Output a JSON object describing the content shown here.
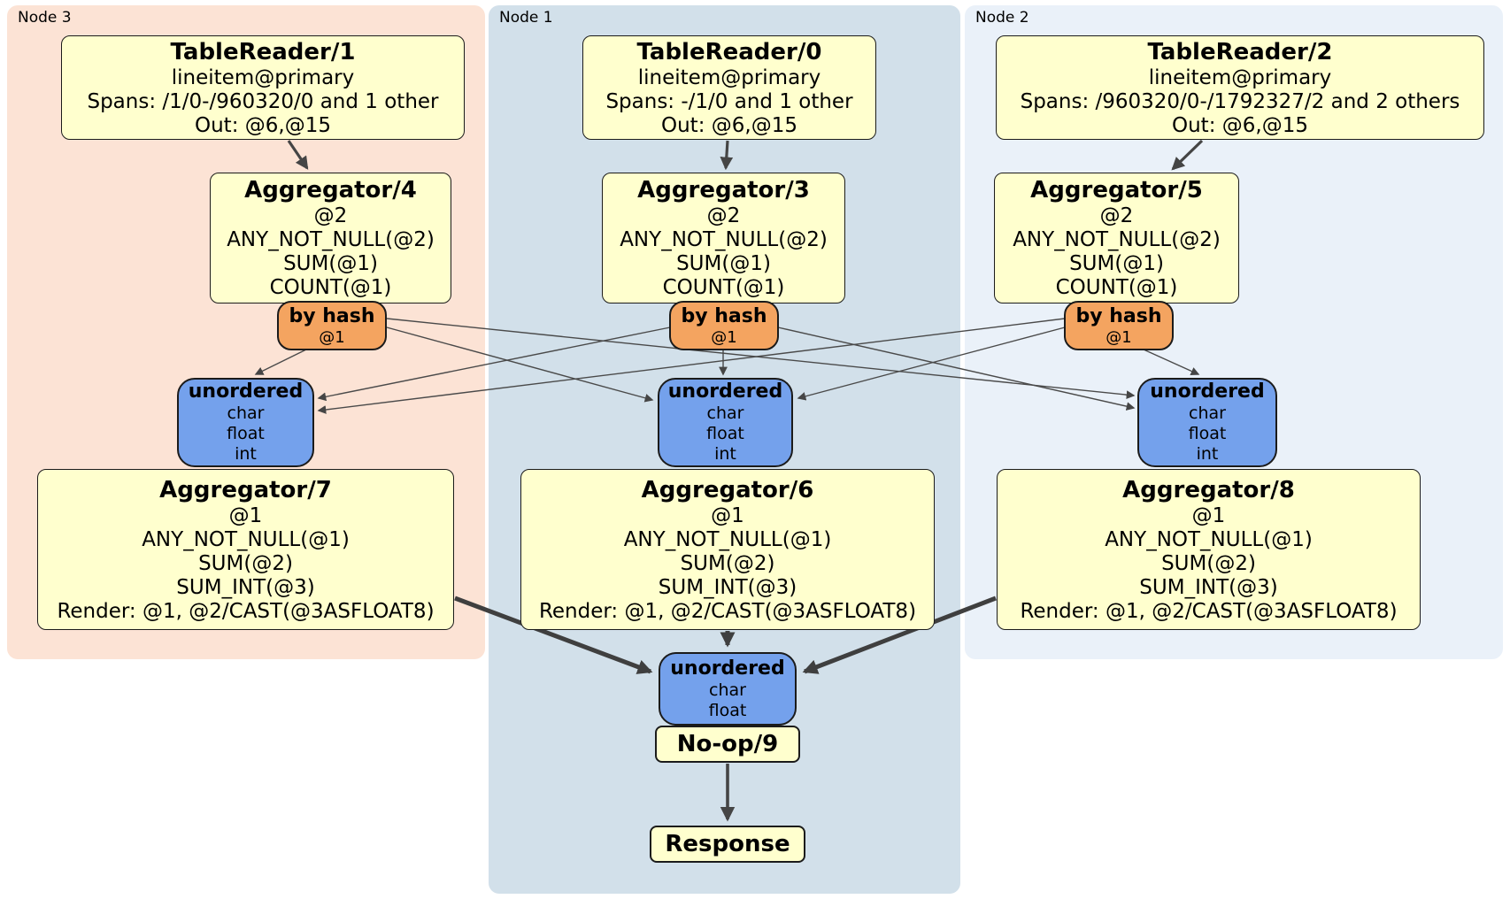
{
  "diagram": {
    "groups": [
      {
        "label": "Node 3"
      },
      {
        "label": "Node 1"
      },
      {
        "label": "Node 2"
      }
    ],
    "processors": {
      "tr1": {
        "title": "TableReader/1",
        "lines": [
          "lineitem@primary",
          "Spans: /1/0-/960320/0 and 1 other",
          "Out: @6,@15"
        ]
      },
      "tr0": {
        "title": "TableReader/0",
        "lines": [
          "lineitem@primary",
          "Spans: -/1/0 and 1 other",
          "Out: @6,@15"
        ]
      },
      "tr2": {
        "title": "TableReader/2",
        "lines": [
          "lineitem@primary",
          "Spans: /960320/0-/1792327/2 and 2 others",
          "Out: @6,@15"
        ]
      },
      "agg4": {
        "title": "Aggregator/4",
        "lines": [
          "@2",
          "ANY_NOT_NULL(@2)",
          "SUM(@1)",
          "COUNT(@1)"
        ]
      },
      "agg3": {
        "title": "Aggregator/3",
        "lines": [
          "@2",
          "ANY_NOT_NULL(@2)",
          "SUM(@1)",
          "COUNT(@1)"
        ]
      },
      "agg5": {
        "title": "Aggregator/5",
        "lines": [
          "@2",
          "ANY_NOT_NULL(@2)",
          "SUM(@1)",
          "COUNT(@1)"
        ]
      },
      "agg7": {
        "title": "Aggregator/7",
        "lines": [
          "@1",
          "ANY_NOT_NULL(@1)",
          "SUM(@2)",
          "SUM_INT(@3)",
          "Render: @1, @2/CAST(@3ASFLOAT8)"
        ]
      },
      "agg6": {
        "title": "Aggregator/6",
        "lines": [
          "@1",
          "ANY_NOT_NULL(@1)",
          "SUM(@2)",
          "SUM_INT(@3)",
          "Render: @1, @2/CAST(@3ASFLOAT8)"
        ]
      },
      "agg8": {
        "title": "Aggregator/8",
        "lines": [
          "@1",
          "ANY_NOT_NULL(@1)",
          "SUM(@2)",
          "SUM_INT(@3)",
          "Render: @1, @2/CAST(@3ASFLOAT8)"
        ]
      },
      "noop": {
        "title": "No-op/9"
      },
      "response": {
        "title": "Response"
      }
    },
    "routers": [
      {
        "title": "by hash",
        "detail": "@1"
      },
      {
        "title": "by hash",
        "detail": "@1"
      },
      {
        "title": "by hash",
        "detail": "@1"
      }
    ],
    "syncs": [
      {
        "title": "unordered",
        "items": [
          "char",
          "float",
          "int"
        ]
      },
      {
        "title": "unordered",
        "items": [
          "char",
          "float",
          "int"
        ]
      },
      {
        "title": "unordered",
        "items": [
          "char",
          "float",
          "int"
        ]
      },
      {
        "title": "unordered",
        "items": [
          "char",
          "float"
        ]
      }
    ],
    "colors": {
      "node3_bg": "#fce3d5",
      "node1_bg": "#d2e0ea",
      "node2_bg": "#eaf1f9",
      "processor_fill": "#ffffce",
      "router_fill": "#f4a460",
      "sync_fill": "#74a1ec",
      "edge": "#454545"
    }
  }
}
